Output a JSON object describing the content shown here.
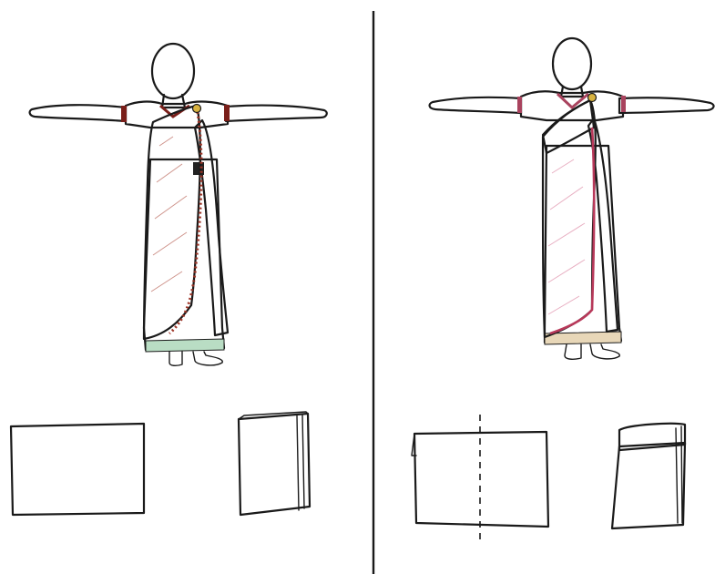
{
  "figure": {
    "panels": [
      {
        "id": "left",
        "drape_color": "#c85040",
        "drape_dark": "#9e3527",
        "underskirt_border": "#b9ddc4",
        "fold_views": [
          "flat-rectangle",
          "folded-stack"
        ]
      },
      {
        "id": "right",
        "drape_color": "#f3c6d6",
        "drape_dark": "#b8395a",
        "underskirt_border": "#e8d7b8",
        "fold_views": [
          "rectangle-with-center-dashed-fold",
          "folded-stack-with-flap"
        ]
      }
    ],
    "colors": {
      "ink": "#1a1a1a",
      "skin": "#ffffff",
      "sleeve_band_left": "#7a1f1a",
      "sleeve_band_right": "#a9435e",
      "brooch": "#d8b340"
    }
  }
}
